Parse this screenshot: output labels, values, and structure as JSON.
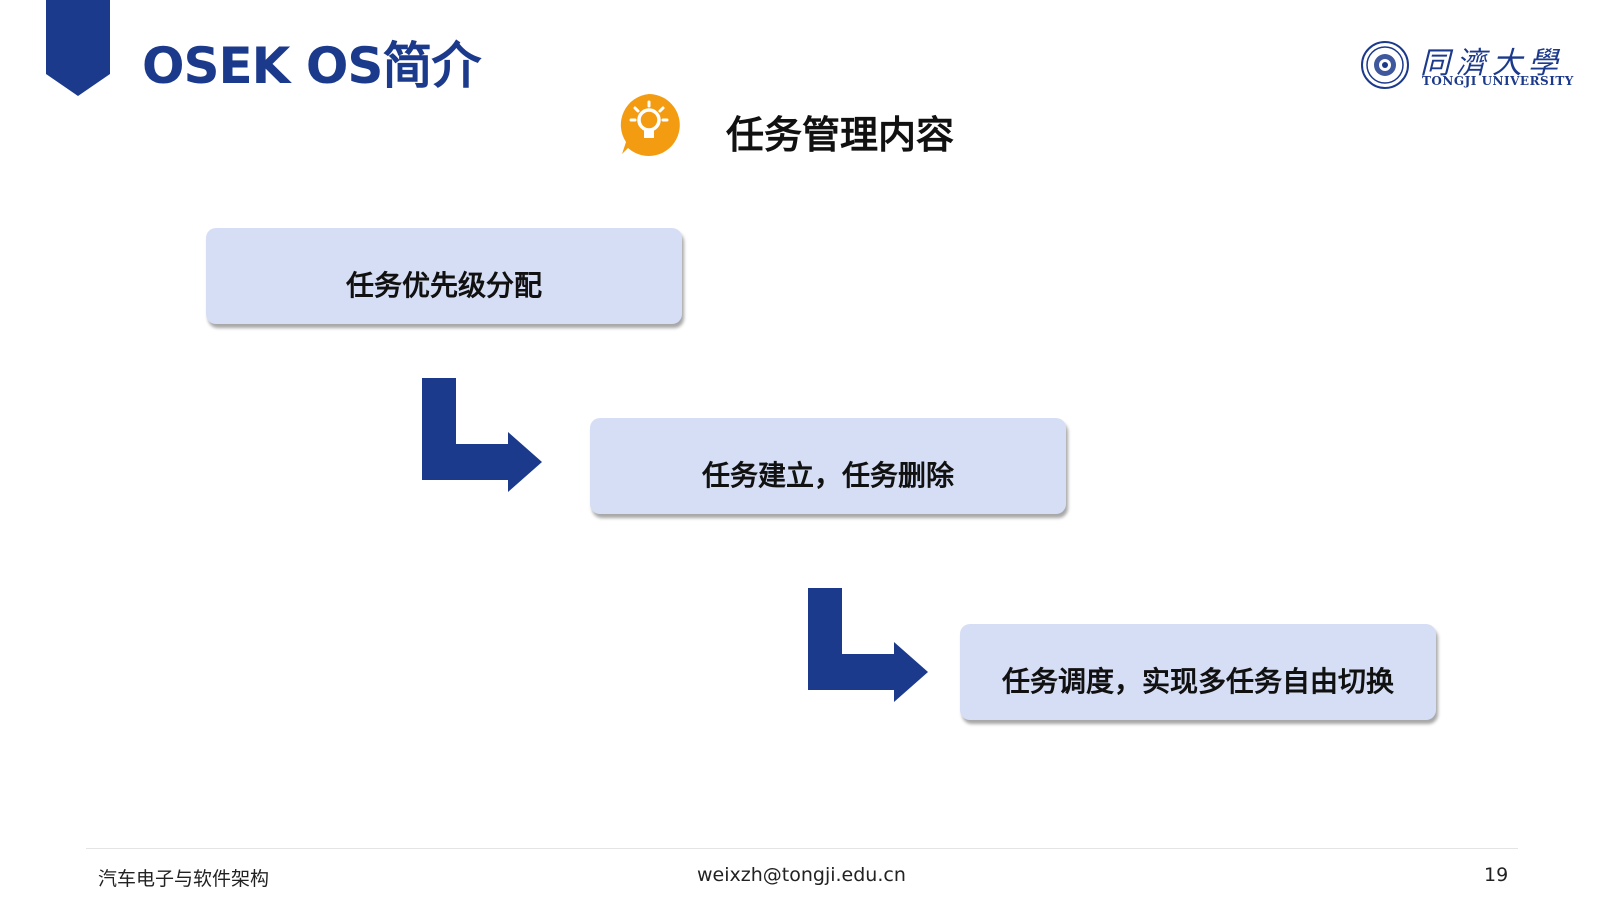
{
  "header": {
    "title": "OSEK OS简介",
    "marker_color": "#1c3a8c"
  },
  "logo": {
    "name_cn": "同濟大學",
    "name_en": "TONGJI UNIVERSITY",
    "seal_icon": "university-seal-icon"
  },
  "section": {
    "icon": "lightbulb-icon",
    "icon_color": "#f39c12",
    "heading": "任务管理内容"
  },
  "steps": [
    {
      "label": "任务优先级分配"
    },
    {
      "label": "任务建立，任务删除"
    },
    {
      "label": "任务调度，实现多任务自由切换"
    }
  ],
  "colors": {
    "accent": "#1c3a8c",
    "box_fill": "#d6def5",
    "icon_orange": "#f39c12"
  },
  "footer": {
    "course": "汽车电子与软件架构",
    "email": "weixzh@tongji.edu.cn",
    "page_number": "19"
  }
}
